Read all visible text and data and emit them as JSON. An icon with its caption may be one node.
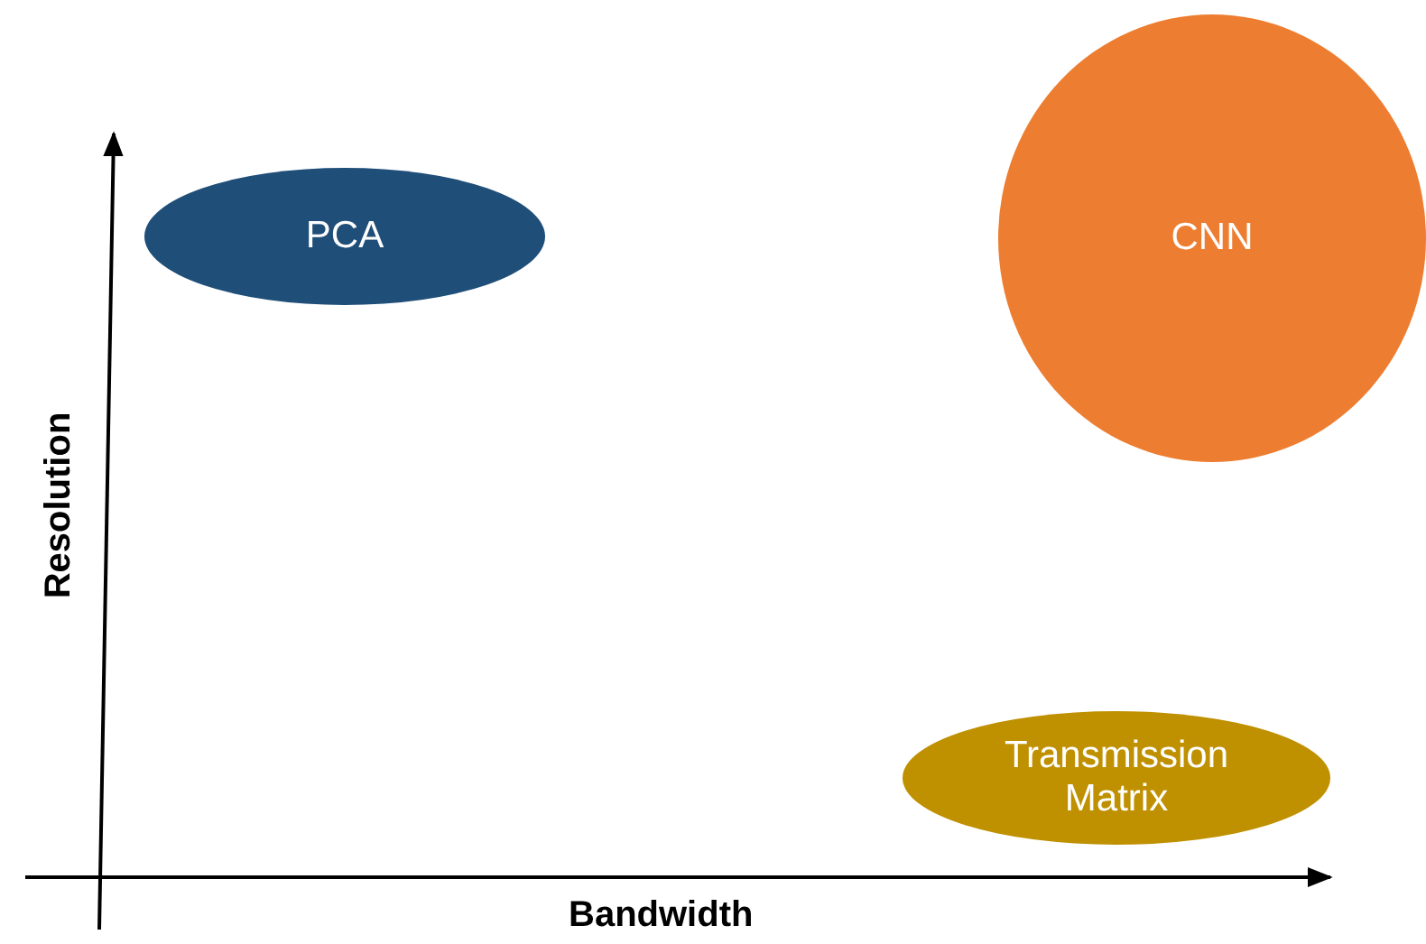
{
  "diagram": {
    "nodes": [
      {
        "text": [
          "PCA"
        ]
      },
      {
        "text": [
          "CNN"
        ]
      },
      {
        "text": [
          "Transmission Matrix"
        ]
      }
    ],
    "labels": [
      "Resolution",
      "Bandwidth"
    ]
  }
}
